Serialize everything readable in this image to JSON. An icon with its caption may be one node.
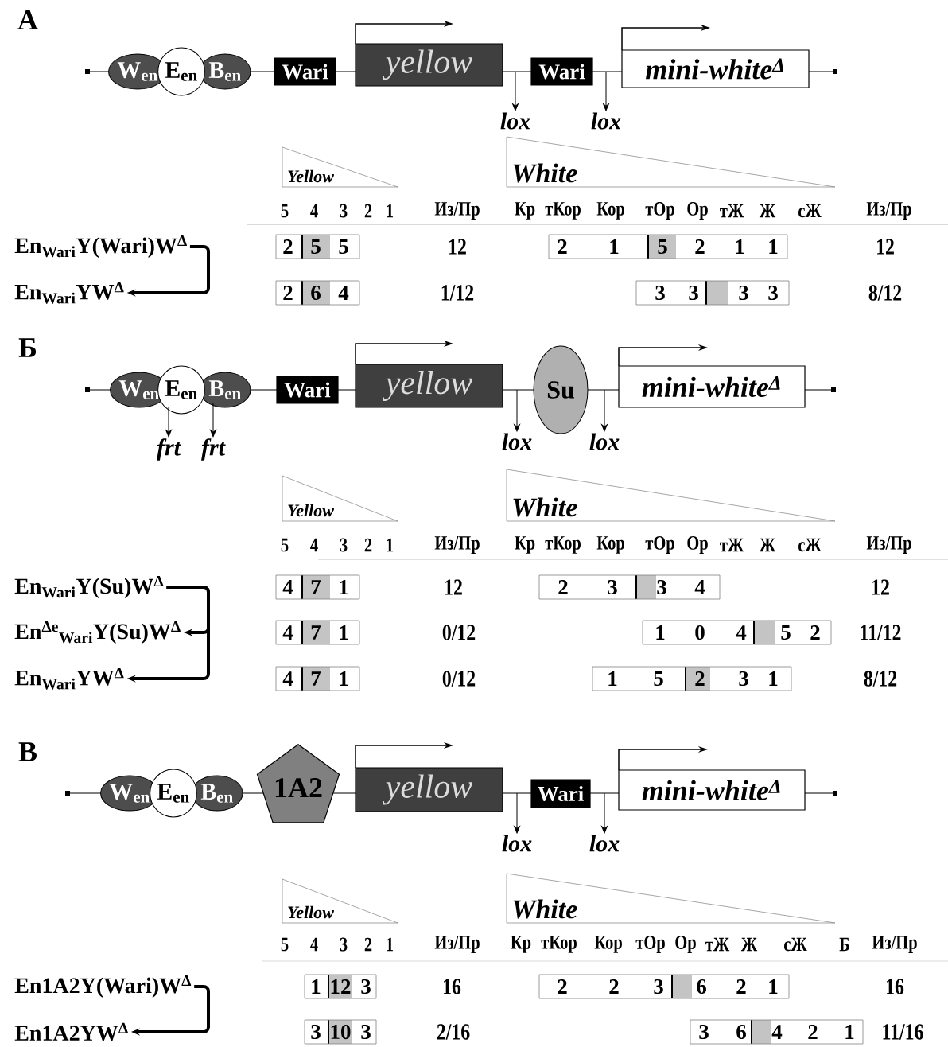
{
  "diagram": {
    "nodes": [
      {
        "text": [
          "W$_{en}$"
        ]
      },
      {
        "text": [
          "E$_{en}$"
        ]
      },
      {
        "text": [
          "B$_{en}$"
        ]
      },
      {
        "text": [
          "Wari"
        ]
      },
      {
        "text": [
          "yellow"
        ]
      },
      {
        "text": [
          "Wari"
        ]
      },
      {
        "text": [
          "mini-white$^{Δ}$"
        ]
      },
      {
        "text": [
          "lox"
        ]
      },
      {
        "text": [
          "lox"
        ]
      },
      {
        "text": [
          "Yellow"
        ]
      },
      {
        "text": [
          "White"
        ]
      },
      {
        "text": [
          "En$_{Wari}$Y(Wari)W$^{Δ}$"
        ]
      },
      {
        "text": [
          "2",
          "5",
          "5"
        ]
      },
      {
        "text": [
          "2",
          "1",
          "5",
          "2",
          "1",
          "1"
        ]
      },
      {
        "text": [
          "En$_{Wari}$YW$^{Δ}$"
        ]
      },
      {
        "text": [
          "2",
          "6",
          "4"
        ]
      },
      {
        "text": [
          "3",
          "3",
          "3",
          "3"
        ]
      },
      {
        "text": [
          "W$_{en}$"
        ]
      },
      {
        "text": [
          "E$_{en}$"
        ]
      },
      {
        "text": [
          "B$_{en}$"
        ]
      },
      {
        "text": [
          "Wari"
        ]
      },
      {
        "text": [
          "yellow"
        ]
      },
      {
        "text": [
          "Su"
        ]
      },
      {
        "text": [
          "mini-white$^{Δ}$"
        ]
      },
      {
        "text": [
          "frt"
        ]
      },
      {
        "text": [
          "frt"
        ]
      },
      {
        "text": [
          "lox"
        ]
      },
      {
        "text": [
          "lox"
        ]
      },
      {
        "text": [
          "Yellow"
        ]
      },
      {
        "text": [
          "White"
        ]
      },
      {
        "text": [
          "En$_{Wari}$Y(Su)W$^{Δ}$"
        ]
      },
      {
        "text": [
          "4",
          "7",
          "1"
        ]
      },
      {
        "text": [
          "2",
          "3",
          "3",
          "4"
        ]
      },
      {
        "text": [
          "En$^{Δe}$$_{Wari}$Y(Su)W$^{Δ}$"
        ]
      },
      {
        "text": [
          "4",
          "7",
          "1"
        ]
      },
      {
        "text": [
          "1",
          "0",
          "4",
          "5",
          "2"
        ]
      },
      {
        "text": [
          "En$_{Wari}$YW$^{Δ}$"
        ]
      },
      {
        "text": [
          "4",
          "7",
          "1"
        ]
      },
      {
        "text": [
          "1",
          "5",
          "2",
          "3",
          "1"
        ]
      },
      {
        "text": [
          "W$_{en}$"
        ]
      },
      {
        "text": [
          "E$_{en}$"
        ]
      },
      {
        "text": [
          "B$_{en}$"
        ]
      },
      {
        "text": [
          "1A2"
        ]
      },
      {
        "text": [
          "yellow"
        ]
      },
      {
        "text": [
          "Wari"
        ]
      },
      {
        "text": [
          "mini-white$^{Δ}$"
        ]
      },
      {
        "text": [
          "lox"
        ]
      },
      {
        "text": [
          "lox"
        ]
      },
      {
        "text": [
          "Yellow"
        ]
      },
      {
        "text": [
          "White"
        ]
      },
      {
        "text": [
          "En1A2Y(Wari)W$^{Δ}$"
        ]
      },
      {
        "text": [
          "1",
          "12",
          "3"
        ]
      },
      {
        "text": [
          "2",
          "2",
          "3",
          "6",
          "2",
          "1"
        ]
      },
      {
        "text": [
          "En1A2YW$^{Δ}$"
        ]
      },
      {
        "text": [
          "3",
          "10",
          "3"
        ]
      },
      {
        "text": [
          "3",
          "6",
          "4",
          "2",
          "1"
        ]
      }
    ],
    "edges": [
      {
        "from": null,
        "to": 7,
        "arrow": "to"
      },
      {
        "from": null,
        "to": 8,
        "arrow": "to"
      },
      {
        "from": 11,
        "to": 14,
        "arrow": "to",
        "style": "thick"
      },
      {
        "from": 18,
        "to": 24,
        "arrow": "to"
      },
      {
        "from": 19,
        "to": 25,
        "arrow": "to"
      },
      {
        "from": null,
        "to": 26,
        "arrow": "to"
      },
      {
        "from": null,
        "to": 27,
        "arrow": "to"
      },
      {
        "from": 30,
        "to": 33,
        "arrow": "to",
        "style": "thick"
      },
      {
        "from": 30,
        "to": 36,
        "arrow": "to",
        "style": "thick"
      },
      {
        "from": null,
        "to": 46,
        "arrow": "to"
      },
      {
        "from": null,
        "to": 47,
        "arrow": "to"
      },
      {
        "from": 50,
        "to": 53,
        "arrow": "to",
        "style": "thick"
      }
    ],
    "labels": [
      "А",
      "5",
      "4",
      "3",
      "2",
      "1",
      "Из/Пр",
      "Кр",
      "тКор",
      "Кор",
      "тОр",
      "Ор",
      "тЖ",
      "Ж",
      "сЖ",
      "Из/Пр",
      "12",
      "12",
      "1/12",
      "8/12",
      "Б",
      "5",
      "4",
      "3",
      "2",
      "1",
      "Из/Пр",
      "Кр",
      "тКор",
      "Кор",
      "тОр",
      "Ор",
      "тЖ",
      "Ж",
      "сЖ",
      "Из/Пр",
      "12",
      "12",
      "0/12",
      "11/12",
      "0/12",
      "8/12",
      "В",
      "5",
      "4",
      "3",
      "2",
      "1",
      "Из/Пр",
      "Кр",
      "тКор",
      "Кор",
      "тОр",
      "Ор",
      "тЖ",
      "Ж",
      "сЖ",
      "Б",
      "Из/Пр",
      "16",
      "16",
      "2/16",
      "11/16"
    ]
  }
}
